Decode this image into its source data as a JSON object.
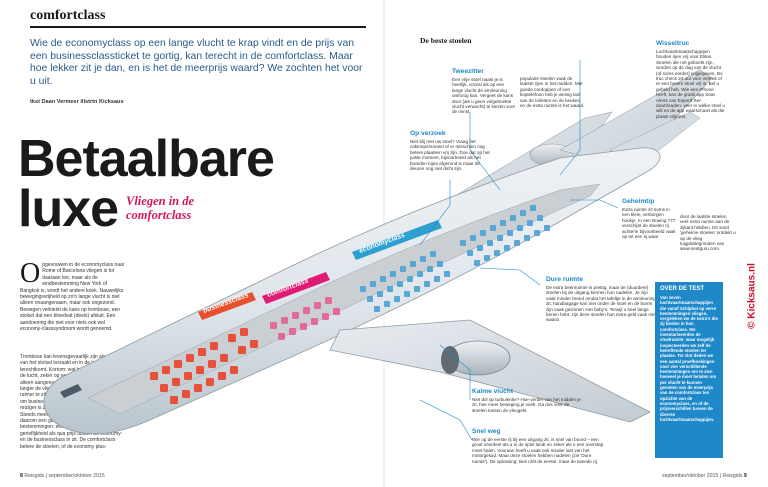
{
  "left_page": {
    "section_label": "comfortclass",
    "intro": "Wie de economyclass op een lange vlucht te krap vindt en de prijs van een businessclassticket te gortig, kan terecht in de comfortclass. Maar hoe lekker zit je dan, en is het de meerprijs waard? We zochten het voor u uit.",
    "byline": "tkst Daan Vermeer illstrtn Kicksaus",
    "headline_line1": "Betaalbare",
    "headline_line2": "luxe",
    "subhead": "Vliegen in de comfortclass",
    "dropcap": "O",
    "body_col1": "pgevouwen in de economyclass naar Rome of Barcelona vliegen is tot daaraan toe, maar als de eindbestemming New York of Bangkok is, wordt het andere koek. Nauwelijks bewegingsvrijheid op zo'n lange vlucht is niet alleen onaangenaam, maar ook ongezond. Bewegen verkleint de kans op trombose, een stolsel dat een bloedvat (deels) afsluit. Een aandoening die niet voor niets ook wel economy-classsyndroom wordt genoemd.",
    "body_col2": "Trombose kan levensgevaarlijk zijn als een deel van het stolsel losraakt en in de longslagader terechtkomt. Kortom: wat bewegingsvrijheid in de lucht, zeker op een lange vlucht, is niet alleen aangenaam, maar ook gezond. Hoe langer de vliegreis, hoe prettiger het is om ruimer te zitten. Maar ook: des te duurder het is om businessclass te vliegen. Voor de gewone reiziger is zo'n ticket haast onbetaalbaar. Steeds meer luchtvaartmaatschappijen bieden daarom een gulden middenweg op hun verre bestemmingen: een klasse die zowel qua gerieflijkheid als qua prijs tussen de economy- en de businessclass in zit. De comfortclass betere de stoelen, of de economy plus-",
    "folio_number": "8",
    "folio_text": "Reisgids | september/oktober 2015"
  },
  "right_page": {
    "header": "De beste stoelen",
    "folio_text": "september/oktober 2015 | Reisgids",
    "folio_number": "9"
  },
  "cabin_labels": {
    "business": "businessclass",
    "comfort": "comfortclass",
    "economy": "economyclass"
  },
  "annotations": {
    "tweezitter_title": "Tweezitter",
    "tweezitter_text": "Een vrije stoel naast je is heerlijk, vooral als op een lange vlucht de armleuning omhoog kan. Vergeet de kans door (als u geen volgeboekte vlucht verwacht) te kiezen voor de minst",
    "middle_text": "populaire stoelen vaak de laatste rijen in het midden. Met goede oordoppen of een koptelefoon heb je weinig last van de toiletten en de keuken, en de extra ruimte is het waard.",
    "opvoeten_title": "Op verzoek",
    "opvoeten_text": "Niet blij met uw stoel? Vraag het cabinepersoneel of er misschien nog betere plaatsen vrij zijn. Doe dat op het juiste moment, bijvoorbeeld als het boarden bijna afgerond is maar de deuren nog niet dicht zijn.",
    "wisseltruc_title": "Wisseltruc",
    "wisseltruc_text": "Luchtvaartmaatschappijen houden rijen vrij voor Elites. Stoelen die net geboekt zijn, worden op de dag van de vlucht (of soms eerder) vrijgegeven. Bv. truc check 24 uur voor vertrek of er een betere stoel vrij is. Bel u gebeld heb. Wie een iPhone heeft, kan de gratis app Seat Alerts van Expertf lser downloaden: veer in welke stoel u wilt en de app waarschuwt als die plaats vrijkomt.",
    "geheimtip_title": "Geheimtip",
    "geheimtip_text": "Extra ruimte zit soms in een klein, verborgen hoekje. In een Boeing 777 verschijnt de stoelen rij achterin bijvoorbeeld vaak op tot een rij waar",
    "geheimtip_text2": "door de laatste stoelen veel extra ruimte aan de zijkant hebben. Dit soort 'geheime stoelen' ontdekt u op de vlieg tuigplattegronden van www.seatguru.com.",
    "dure_title": "Dure ruimte",
    "dure_text": "De extra beenruimte is prettig, maar de (duurdere) stoelen bij de uitgang kennen hun nadelen. Je zijn vaak minder breed omdat het tafeltje in de armleuning zit, handbagage kan niet onder de stoel en de buren zijn vaak gezinnen met baby's. Terwijl u heel lange benen hebt, zijn deze stoelen hun extra geld vaak niet waard.",
    "kalme_title": "Kalme vlucht",
    "kalme_text": "Niet dol op turbulentie? Hoe verder van het midden je zit, hoe meer beweging je voelt. Ga dus voor de stoelen tussen de vleugels.",
    "snel_title": "Snel weg",
    "snel_text": "Wie op de eerste rij bij een uitgang zit, is snel van boord – een groot voordeel als u in de spits landt en zeker als u een overstap moet halen. Vooraan heeft u vaak ook minder last van het motorgeluid. Maar deze stoelen hebben nadelen (zie 'Dure ruimte'). De oplossing: kies níét de eerste, maar de tweede rij."
  },
  "sidebar": {
    "title": "OVER DE TEST",
    "text": "Van zeven luchtvaartmaatschappijen die vanaf Schiphol op verre bestemmingen vliegen, vergeleken we de extra's die zij bieden in hun comfortclass. We inventariseerden de stoelruimte: waar mogelijk inspecteerden we zelf de betreffende stoelen ter plaatse. Tot slot deden we een aantal proefboekingen voor vier verschillende bestemmingen om te zien hoeveel je moet betalen om per vlucht te kunnen genieten van de meerprijs van de comfortclass ten opzichte van de economyclass, en of de prijsverschillen tussen de diverse luchtvaartmaatschappijen.",
    "watermark": "© Kicksaus.nl"
  },
  "colors": {
    "accent_blue": "#1e88c8",
    "accent_pink": "#d4175f",
    "business_red": "#e8502d",
    "comfort_pink": "#e01b74",
    "economy_teal": "#2e9fd1",
    "seat_red": "#e8503a",
    "seat_blue": "#5aa7d6"
  }
}
